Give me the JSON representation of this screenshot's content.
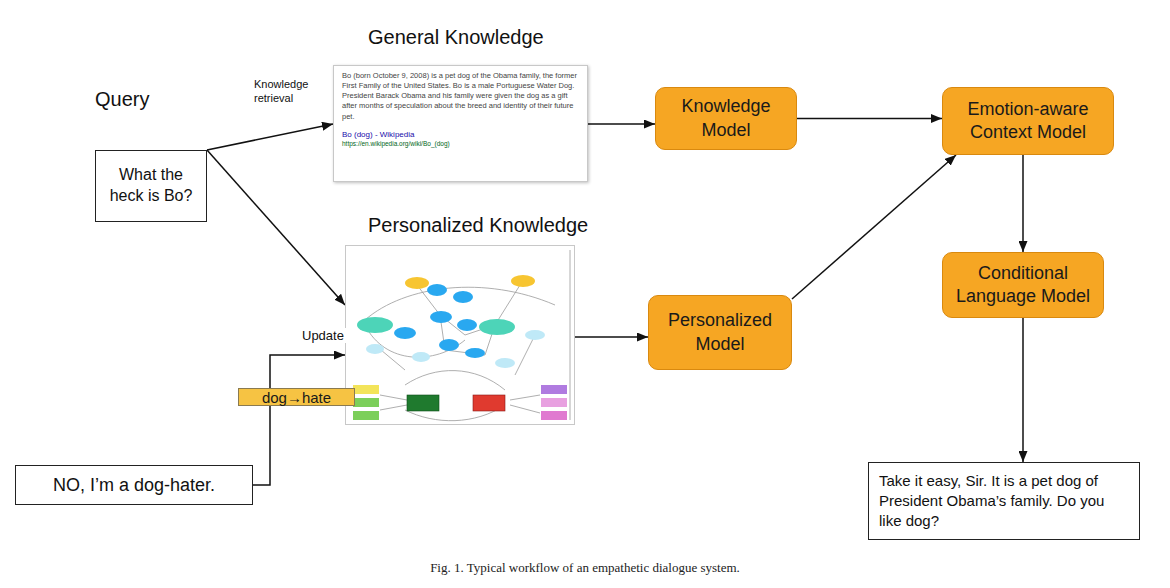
{
  "diagram": {
    "caption": "Fig. 1. Typical workflow of an empathetic dialogue system.",
    "nodes": [
      {
        "text": [
          "What the heck is Bo?"
        ]
      },
      {
        "text": [
          "General Knowledge",
          "Bo (born October 9, 2008) is a pet dog of the Obama family, the former First Family of the United States. Bo is a male Portuguese Water Dog. President Barack Obama and his family were given the dog as a gift after months of speculation about the breed and identity of their future pet.",
          "Bo (dog) - Wikipedia",
          "https://en.wikipedia.org/wiki/Bo_(dog)"
        ]
      },
      {
        "text": [
          "Personalized Knowledge"
        ]
      },
      {
        "text": [
          "dog→hate"
        ]
      },
      {
        "text": [
          "NO, I’m a dog-hater."
        ]
      },
      {
        "text": [
          "Knowledge Model"
        ]
      },
      {
        "text": [
          "Personalized Model"
        ]
      },
      {
        "text": [
          "Emotion-aware Context Model"
        ]
      },
      {
        "text": [
          "Conditional Language Model"
        ]
      },
      {
        "text": [
          "Take it easy, Sir. It is a pet dog of President Obama’s family. Do you like dog?"
        ]
      }
    ],
    "edges": [
      {
        "from": 0,
        "to": 1,
        "arrow": "to",
        "label": "Knowledge retrieval"
      },
      {
        "from": 0,
        "to": 2,
        "arrow": "to"
      },
      {
        "from": 4,
        "to": 3,
        "arrow": "none"
      },
      {
        "from": 3,
        "to": 2,
        "arrow": "to",
        "label": "Update"
      },
      {
        "from": 1,
        "to": 5,
        "arrow": "to"
      },
      {
        "from": 2,
        "to": 6,
        "arrow": "to"
      },
      {
        "from": 5,
        "to": 7,
        "arrow": "to"
      },
      {
        "from": 6,
        "to": 7,
        "arrow": "to"
      },
      {
        "from": 7,
        "to": 8,
        "arrow": "to"
      },
      {
        "from": 8,
        "to": 9,
        "arrow": "to"
      }
    ],
    "labels": [
      "Query"
    ]
  }
}
